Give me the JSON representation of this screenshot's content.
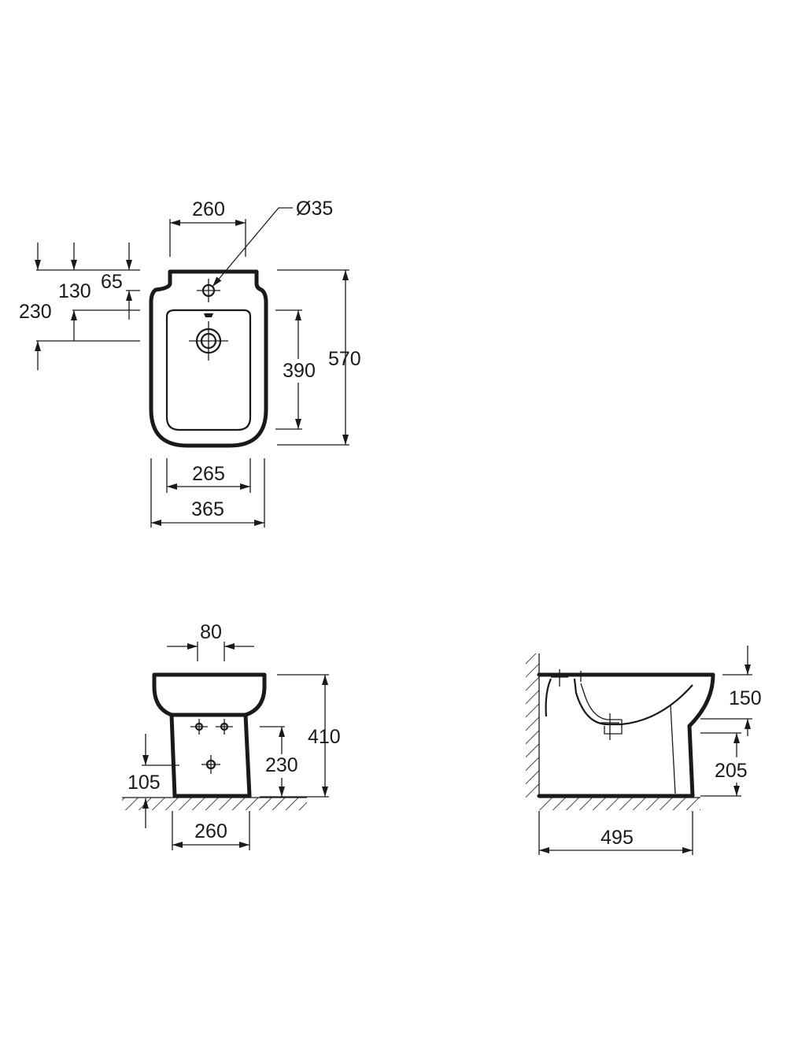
{
  "top_view": {
    "dim_260": "260",
    "dim_diameter": "Ø35",
    "dim_130": "130",
    "dim_65": "65",
    "dim_230": "230",
    "dim_390": "390",
    "dim_570": "570",
    "dim_265": "265",
    "dim_365": "365"
  },
  "front_view": {
    "dim_80": "80",
    "dim_410": "410",
    "dim_230": "230",
    "dim_105": "105",
    "dim_260": "260"
  },
  "side_view": {
    "dim_150": "150",
    "dim_205": "205",
    "dim_495": "495"
  },
  "colors": {
    "line": "#1a1a1a",
    "background": "#ffffff"
  }
}
